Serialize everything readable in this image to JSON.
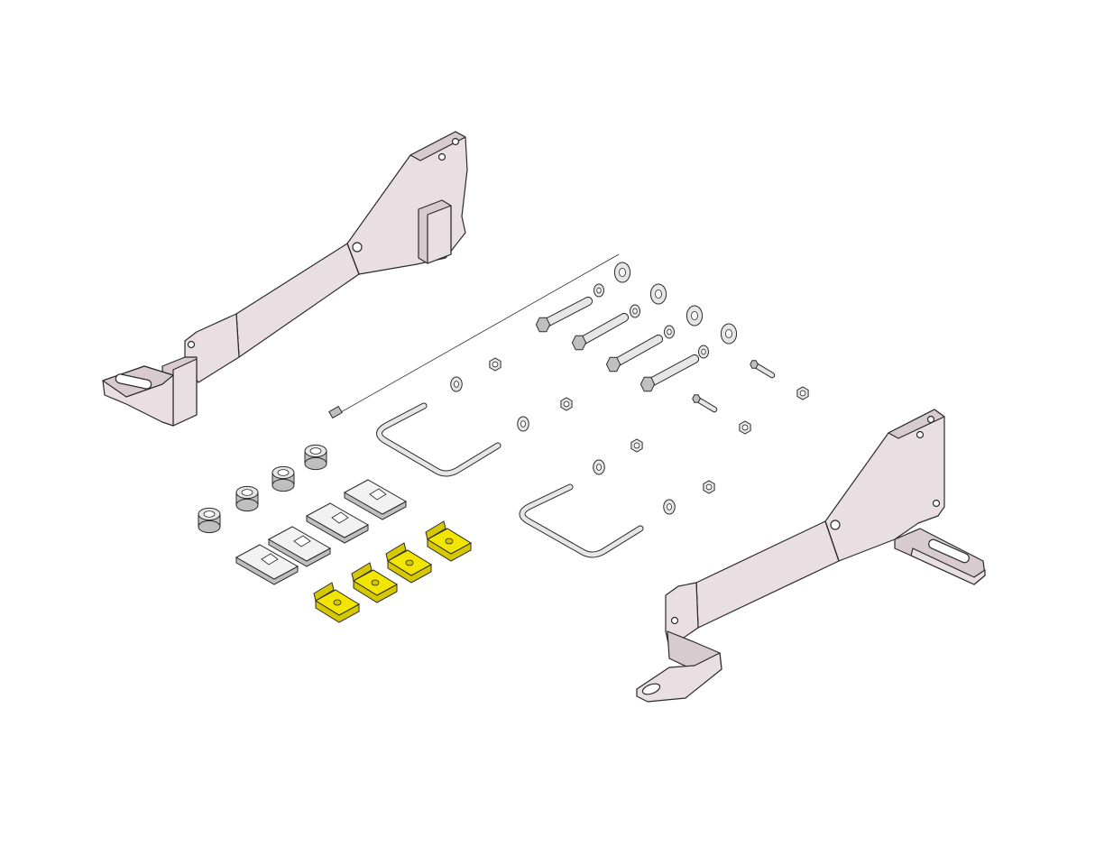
{
  "colors": {
    "background": "#ffffff",
    "steel_fill": "#e9dfe2",
    "steel_shade": "#d7cbd0",
    "steel_dark": "#c3b6bb",
    "outline": "#2b2b2b",
    "highlight_fill": "#f2e600",
    "highlight_shade": "#d6c800",
    "hardware_fill": "#e6e6e6",
    "hardware_shade": "#bfbfbf"
  },
  "parts": {
    "bracket_left": "mounting-bracket-left",
    "bracket_right": "mounting-bracket-right",
    "bolts": "hex-bolt",
    "washers": "flat-washer",
    "nuts": "hex-nut",
    "u_bolts": "u-bolt",
    "spacers": "spacer-bushing",
    "shims": "slotted-shim",
    "highlighted_shims": "square-plate-shim-highlighted",
    "set_screw": "set-screw"
  }
}
